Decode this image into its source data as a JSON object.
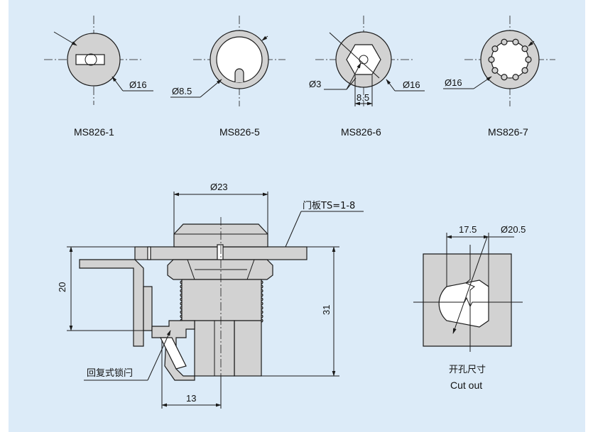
{
  "colors": {
    "background": "#dcebf8",
    "part_fill": "#d2d2d2",
    "line": "#1a1a1a"
  },
  "variants": [
    {
      "code": "MS826-1",
      "dimension": "Ø16"
    },
    {
      "code": "MS826-5",
      "dimension": "Ø8.5"
    },
    {
      "code": "MS826-6",
      "dimensions": [
        "Ø3",
        "8.5",
        "Ø16"
      ]
    },
    {
      "code": "MS826-7",
      "dimension": "Ø16"
    }
  ],
  "side_view": {
    "diameter": "Ø23",
    "panel_label": "门板TS=1-8",
    "height_left": "20",
    "height_right": "31",
    "offset_bottom": "13",
    "latch_label": "回复式锁闩"
  },
  "cutout": {
    "width": "17.5",
    "diameter": "Ø20.5",
    "title_cn": "开孔尺寸",
    "title_en": "Cut out"
  }
}
